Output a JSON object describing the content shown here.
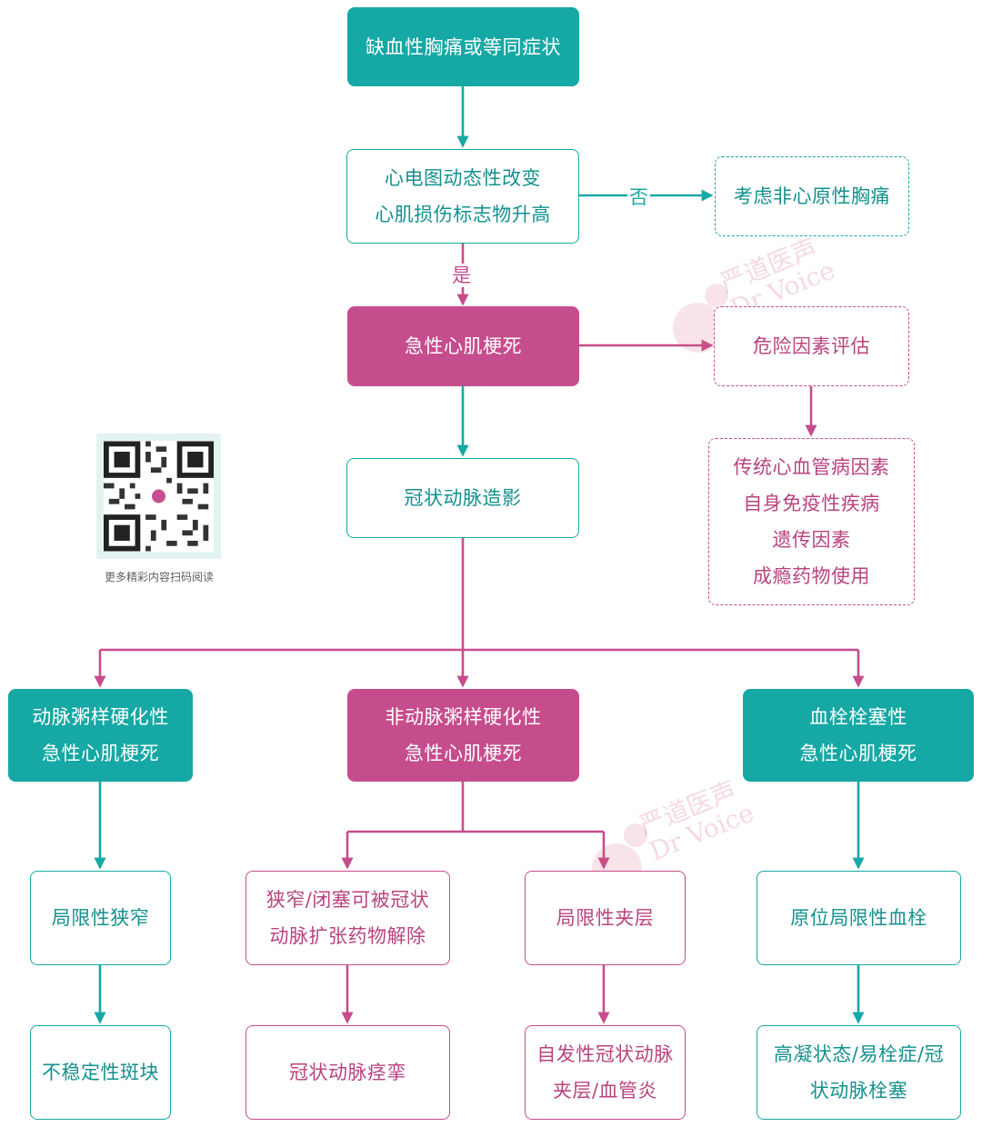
{
  "nodes": {
    "chest_pain": [
      "缺血性胸痛或等同症状"
    ],
    "ecg_biomarker": [
      "心电图动态性改变",
      "心肌损伤标志物升高"
    ],
    "non_cardiac": [
      "考虑非心原性胸痛"
    ],
    "ami": [
      "急性心肌梗死"
    ],
    "risk_assessment": [
      "危险因素评估"
    ],
    "risk_factors": [
      "传统心血管病因素",
      "自身免疫性疾病",
      "遗传因素",
      "成瘾药物使用"
    ],
    "angiography": [
      "冠状动脉造影"
    ],
    "atherosclerotic_ami": [
      "动脉粥样硬化性",
      "急性心肌梗死"
    ],
    "non_atherosclerotic_ami": [
      "非动脉粥样硬化性",
      "急性心肌梗死"
    ],
    "thrombotic_ami": [
      "血栓栓塞性",
      "急性心肌梗死"
    ],
    "local_stenosis": [
      "局限性狭窄"
    ],
    "vasodilator_relieved": [
      "狭窄/闭塞可被冠状",
      "动脉扩张药物解除"
    ],
    "local_dissection": [
      "局限性夹层"
    ],
    "in_situ_thrombus": [
      "原位局限性血栓"
    ],
    "unstable_plaque": [
      "不稳定性斑块"
    ],
    "coronary_spasm": [
      "冠状动脉痉挛"
    ],
    "spontaneous_dissection": [
      "自发性冠状动脉",
      "夹层/血管炎"
    ],
    "hypercoagulable": [
      "高凝状态/易栓症/冠",
      "状动脉栓塞"
    ]
  },
  "edge_labels": {
    "no": "否",
    "yes": "是"
  },
  "qr_caption": "更多精彩内容扫码阅读",
  "watermark": {
    "line1": "严道医声",
    "line2": "Dr Voice"
  },
  "colors": {
    "teal": "#16a8a5",
    "pink": "#c64d8d"
  }
}
